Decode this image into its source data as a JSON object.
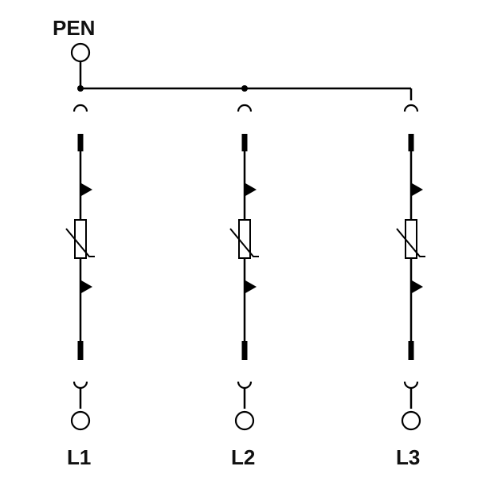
{
  "pen_label": "PEN",
  "phases": [
    {
      "label": "L1"
    },
    {
      "label": "L2"
    },
    {
      "label": "L3"
    }
  ],
  "colors": {
    "line": "#000000",
    "background": "#ffffff"
  }
}
